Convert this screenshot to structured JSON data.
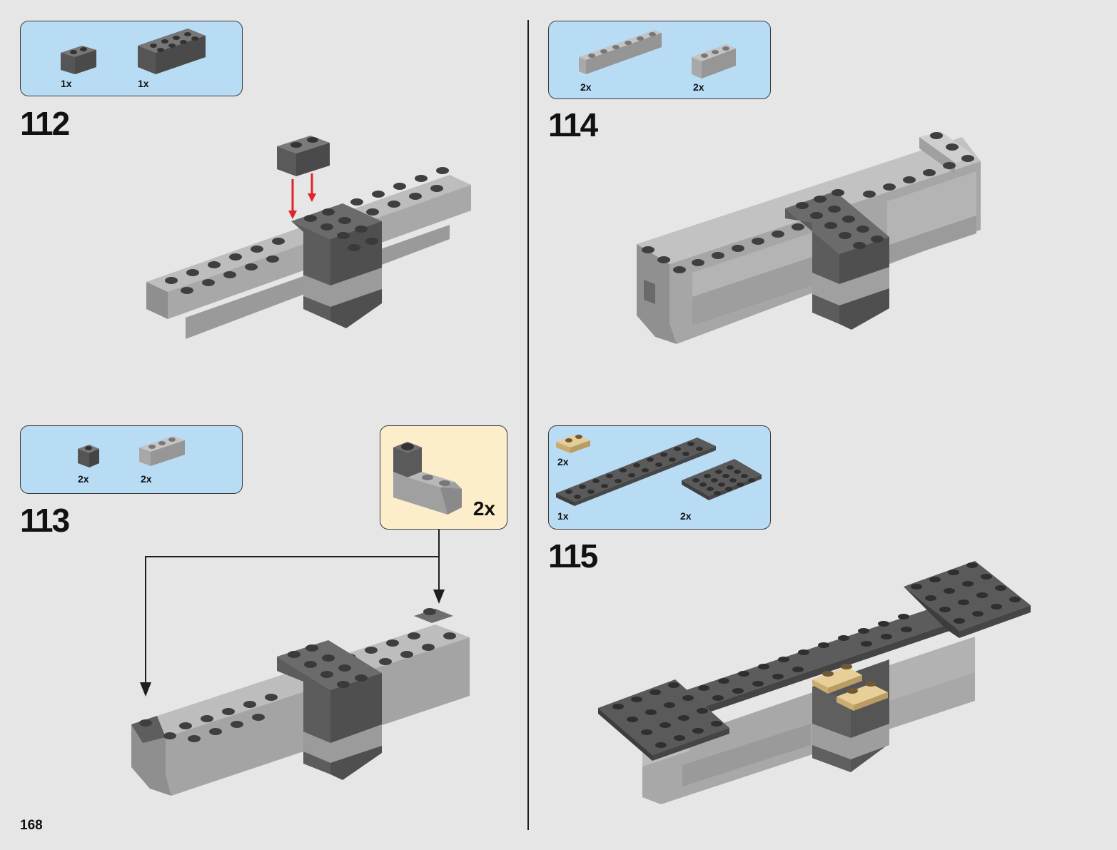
{
  "page_number": "168",
  "steps": [
    {
      "number": "112",
      "parts": [
        {
          "qty": "1x",
          "icon": "brick-1x2-dark-grey-icon"
        },
        {
          "qty": "1x",
          "icon": "brick-2x4-dark-grey-icon"
        }
      ]
    },
    {
      "number": "113",
      "parts": [
        {
          "qty": "2x",
          "icon": "brick-1x1-dark-grey-icon"
        },
        {
          "qty": "2x",
          "icon": "brick-1x3-light-grey-icon"
        }
      ],
      "callout": {
        "qty": "2x",
        "icon": "sub-assembly-corner-icon"
      }
    },
    {
      "number": "114",
      "parts": [
        {
          "qty": "2x",
          "icon": "brick-1x6-light-grey-icon"
        },
        {
          "qty": "2x",
          "icon": "brick-1x3-light-grey-icon"
        }
      ]
    },
    {
      "number": "115",
      "parts": [
        {
          "qty": "2x",
          "icon": "plate-1x2-tan-icon"
        },
        {
          "qty": "1x",
          "icon": "plate-2x10-dark-grey-icon"
        },
        {
          "qty": "2x",
          "icon": "plate-4x4-dark-grey-icon"
        }
      ]
    }
  ],
  "colors": {
    "background": "#e6e6e6",
    "parts_box": "#b9dcf5",
    "callout_box": "#fdeecb",
    "light_grey": "#a9a9a9",
    "dark_grey": "#636363",
    "tan": "#d9bd87",
    "arrow_red": "#e0242a"
  }
}
